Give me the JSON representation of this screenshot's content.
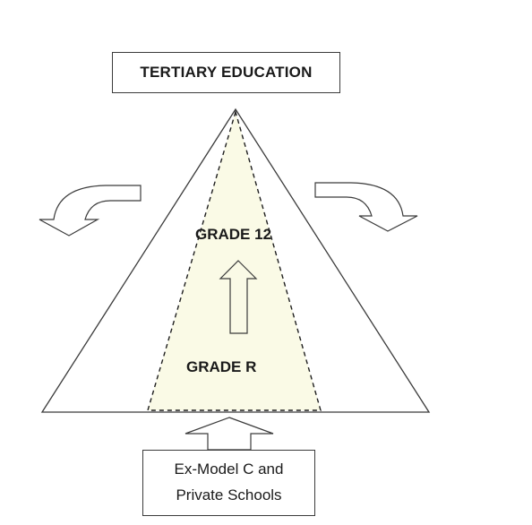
{
  "diagram": {
    "top_box": {
      "label": "TERTIARY EDUCATION"
    },
    "bottom_box": {
      "line1": "Ex-Model C and",
      "line2": "Private Schools"
    },
    "inner_labels": {
      "top": "GRADE 12",
      "bottom": "GRADE R"
    },
    "colors": {
      "outline": "#3b3b3b",
      "inner_fill": "#fafae6",
      "background": "#ffffff"
    },
    "shapes": {
      "outer_triangle": "triangle-outline",
      "inner_triangle": "dashed-trapezoid",
      "center_arrow": "up-arrow-icon",
      "left_arrow": "curved-arrow-left-down-icon",
      "right_arrow": "curved-arrow-right-down-icon",
      "bottom_arrow": "up-block-arrow-icon"
    }
  }
}
